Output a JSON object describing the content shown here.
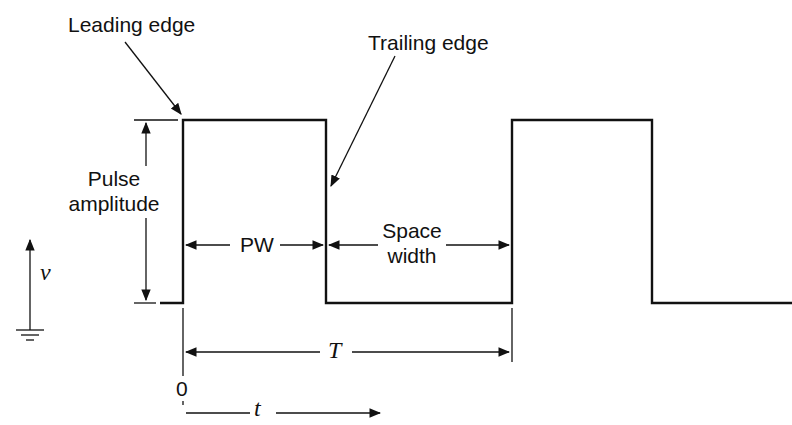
{
  "diagram": {
    "labels": [
      "Leading edge",
      "Trailing edge",
      "Pulse amplitude",
      "PW",
      "Space width",
      "v",
      "T",
      "0",
      "t"
    ]
  }
}
